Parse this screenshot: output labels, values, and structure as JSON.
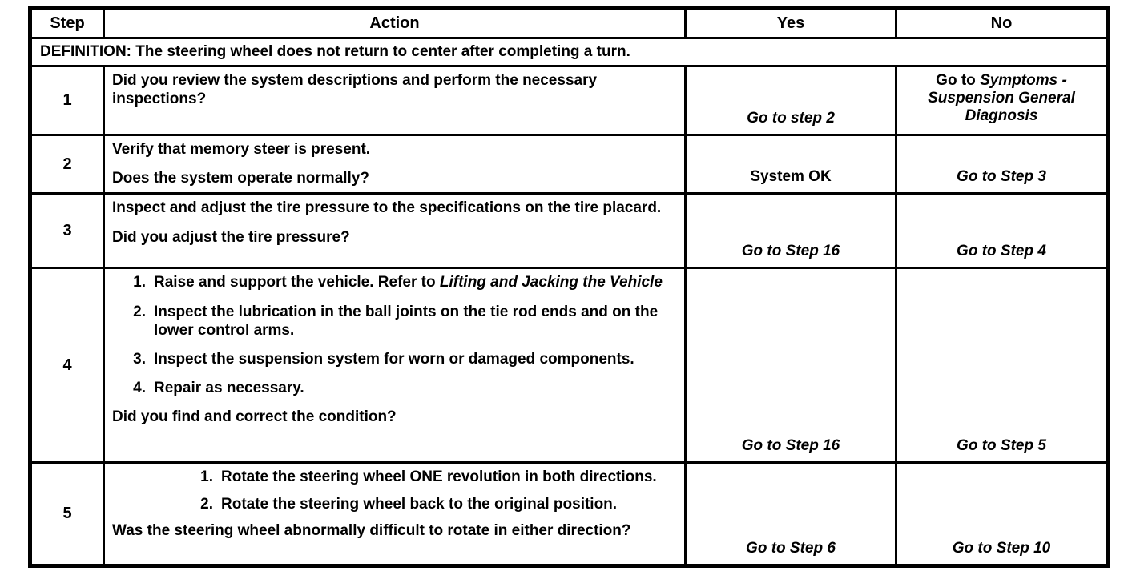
{
  "table": {
    "headers": {
      "step": "Step",
      "action": "Action",
      "yes": "Yes",
      "no": "No"
    },
    "definition": "DEFINITION: The steering wheel does not return to center after completing a turn.",
    "rows": [
      {
        "step": "1",
        "paragraphs": [
          "Did you review the system descriptions and perform the necessary inspections?"
        ],
        "yes": "Go to step 2",
        "no_prefix": "Go to ",
        "no_ref": "Symptoms -\nSuspension General\nDiagnosis"
      },
      {
        "step": "2",
        "paragraphs": [
          "Verify that memory steer is present.",
          "Does the system operate normally?"
        ],
        "yes": "System OK",
        "no": "Go to Step 3"
      },
      {
        "step": "3",
        "paragraphs": [
          "Inspect and adjust the tire pressure to the specifications on the tire placard.",
          "Did you adjust the tire pressure?"
        ],
        "yes": "Go to Step 16",
        "no": "Go to Step 4"
      },
      {
        "step": "4",
        "items": [
          {
            "num": "1.",
            "text": "Raise and support the vehicle. Refer to ",
            "ref": "Lifting and Jacking the Vehicle"
          },
          {
            "num": "2.",
            "text": "Inspect the lubrication in the ball joints on the tie rod ends and on the lower control arms."
          },
          {
            "num": "3.",
            "text": "Inspect the suspension system for worn or damaged components."
          },
          {
            "num": "4.",
            "text": "Repair as necessary."
          }
        ],
        "question": "Did you find and correct the condition?",
        "yes": "Go to Step 16",
        "no": "Go to Step 5"
      },
      {
        "step": "5",
        "items": [
          {
            "num": "1.",
            "text": "Rotate the steering wheel ONE revolution in both directions."
          },
          {
            "num": "2.",
            "text": "Rotate the steering wheel back to the original position."
          }
        ],
        "question": "Was the steering wheel abnormally difficult to rotate in either direction?",
        "yes": "Go to Step 6",
        "no": "Go to Step 10"
      }
    ]
  }
}
